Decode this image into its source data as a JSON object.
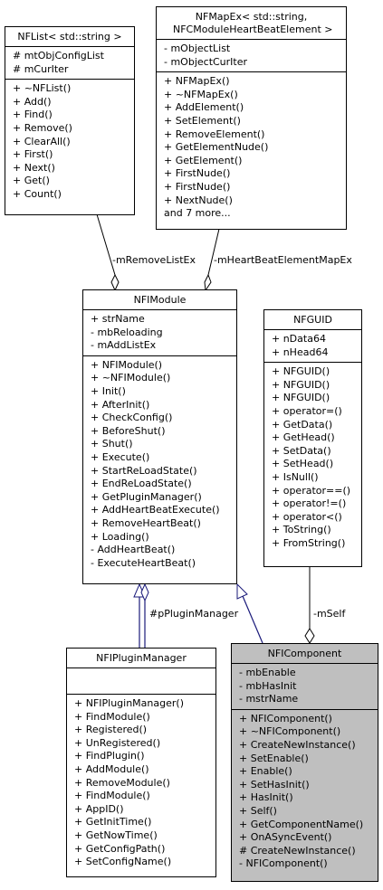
{
  "classes": {
    "nflist": {
      "title": "NFList< std::string >",
      "attributes": [
        "# mtObjConfigList",
        "# mCurIter"
      ],
      "methods": [
        "+ ~NFList()",
        "+ Add()",
        "+ Find()",
        "+ Remove()",
        "+ ClearAll()",
        "+ First()",
        "+ Next()",
        "+ Get()",
        "+ Count()"
      ]
    },
    "nfmapex": {
      "title": "NFMapEx< std::string,\n NFCModuleHeartBeatElement >",
      "attributes": [
        "- mObjectList",
        "- mObjectCurIter"
      ],
      "methods": [
        "+ NFMapEx()",
        "+ ~NFMapEx()",
        "+ AddElement()",
        "+ SetElement()",
        "+ RemoveElement()",
        "+ GetElementNude()",
        "+ GetElement()",
        "+ FirstNude()",
        "+ FirstNude()",
        "+ NextNude()",
        "and 7 more..."
      ]
    },
    "nfimodule": {
      "title": "NFIModule",
      "attributes": [
        "+ strName",
        "- mbReloading",
        "- mAddListEx"
      ],
      "methods": [
        "+ NFIModule()",
        "+ ~NFIModule()",
        "+ Init()",
        "+ AfterInit()",
        "+ CheckConfig()",
        "+ BeforeShut()",
        "+ Shut()",
        "+ Execute()",
        "+ StartReLoadState()",
        "+ EndReLoadState()",
        "+ GetPluginManager()",
        "+ AddHeartBeatExecute()",
        "+ RemoveHeartBeat()",
        "+ Loading()",
        "- AddHeartBeat()",
        "- ExecuteHeartBeat()"
      ]
    },
    "nfguid": {
      "title": "NFGUID",
      "attributes": [
        "+ nData64",
        "+ nHead64"
      ],
      "methods": [
        "+ NFGUID()",
        "+ NFGUID()",
        "+ NFGUID()",
        "+ operator=()",
        "+ GetData()",
        "+ GetHead()",
        "+ SetData()",
        "+ SetHead()",
        "+ IsNull()",
        "+ operator==()",
        "+ operator!=()",
        "+ operator<()",
        "+ ToString()",
        "+ FromString()"
      ]
    },
    "nfipluginmanager": {
      "title": "NFIPluginManager",
      "attributes": [],
      "methods": [
        "+ NFIPluginManager()",
        "+ FindModule()",
        "+ Registered()",
        "+ UnRegistered()",
        "+ FindPlugin()",
        "+ AddModule()",
        "+ RemoveModule()",
        "+ FindModule()",
        "+ AppID()",
        "+ GetInitTime()",
        "+ GetNowTime()",
        "+ GetConfigPath()",
        "+ SetConfigName()"
      ]
    },
    "nficomponent": {
      "title": "NFIComponent",
      "attributes": [
        "- mbEnable",
        "- mbHasInit",
        "- mstrName"
      ],
      "methods": [
        "+ NFIComponent()",
        "+ ~NFIComponent()",
        "+ CreateNewInstance()",
        "+ SetEnable()",
        "+ Enable()",
        "+ SetHasInit()",
        "+ HasInit()",
        "+ Self()",
        "+ GetComponentName()",
        "+ OnASyncEvent()",
        "# CreateNewInstance()",
        "- NFIComponent()"
      ]
    }
  },
  "edge_labels": {
    "remove_list": "-mRemoveListEx",
    "heartbeat_map": "-mHeartBeatElementMapEx",
    "plugin_manager": "#pPluginManager",
    "self": "-mSelf"
  },
  "colors": {
    "line": "#000000",
    "inherit_arrow": "#1a1a7a",
    "box_fill": "#ffffff",
    "highlight_fill": "#bfbfbf"
  }
}
